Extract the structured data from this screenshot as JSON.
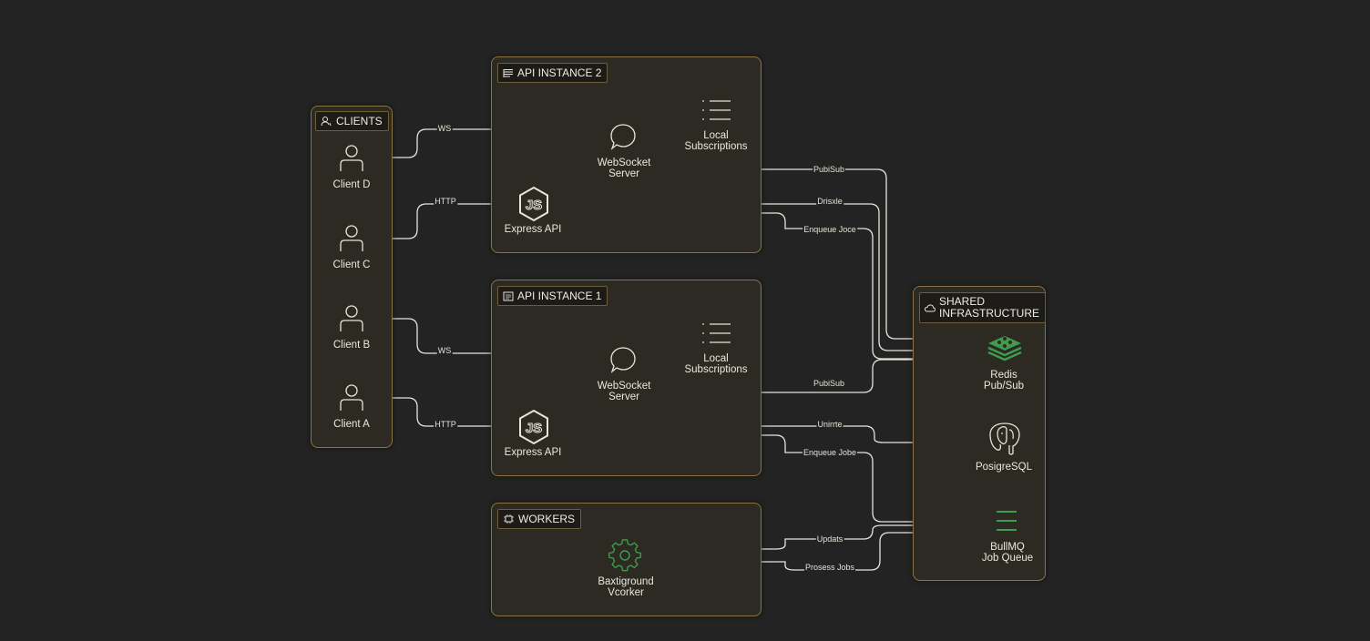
{
  "groups": {
    "clients": {
      "title": "CLIENTS",
      "icon": "users-icon"
    },
    "api2": {
      "title": "API INSTANCE 2",
      "icon": "server-icon"
    },
    "api1": {
      "title": "API INSTANCE 1",
      "icon": "server-icon"
    },
    "workers": {
      "title": "WORKERS",
      "icon": "cpu-icon"
    },
    "shared": {
      "title_line1": "SHARED",
      "title_line2": "INFRASTRUCTURE",
      "icon": "cloud-icon"
    }
  },
  "clients": [
    {
      "label": "Client D"
    },
    {
      "label": "Client C"
    },
    {
      "label": "Client B"
    },
    {
      "label": "Client A"
    }
  ],
  "api2": {
    "websocket": {
      "line1": "WebSocket",
      "line2": "Server"
    },
    "subscriptions": {
      "line1": "Local",
      "line2": "Subscriptions"
    },
    "express": {
      "label": "Express API"
    }
  },
  "api1": {
    "websocket": {
      "line1": "WebSocket",
      "line2": "Server"
    },
    "subscriptions": {
      "line1": "Local",
      "line2": "Subscriptions"
    },
    "express": {
      "label": "Express API"
    }
  },
  "workers": {
    "worker": {
      "line1": "Baxtiground",
      "line2": "Vcorker"
    }
  },
  "shared": {
    "redis": {
      "line1": "Redis",
      "line2": "Pub/Sub"
    },
    "postgres": {
      "label": "PosigreSQL"
    },
    "bullmq": {
      "line1": "BullMQ",
      "line2": "Job Queue"
    }
  },
  "edges": {
    "d_ws": "WS",
    "c_http": "HTTP",
    "b_ws": "WS",
    "a_http": "HTTP",
    "api2_pubsub": "PubiSub",
    "api2_drizzle": "Drisxle",
    "api2_enqueue": "Enqueue Joce",
    "api1_pubsub": "PubiSub",
    "api1_write": "Unirrte",
    "api1_enqueue": "Enqueue Jobe",
    "worker_update": "Updats",
    "worker_process": "Prosess Jobs"
  },
  "colors": {
    "background": "#232323",
    "group_fill": "#2c2a22",
    "group_border": "#8a7344",
    "edge": "#e8e4da",
    "accent_green": "#3f9c4c"
  }
}
